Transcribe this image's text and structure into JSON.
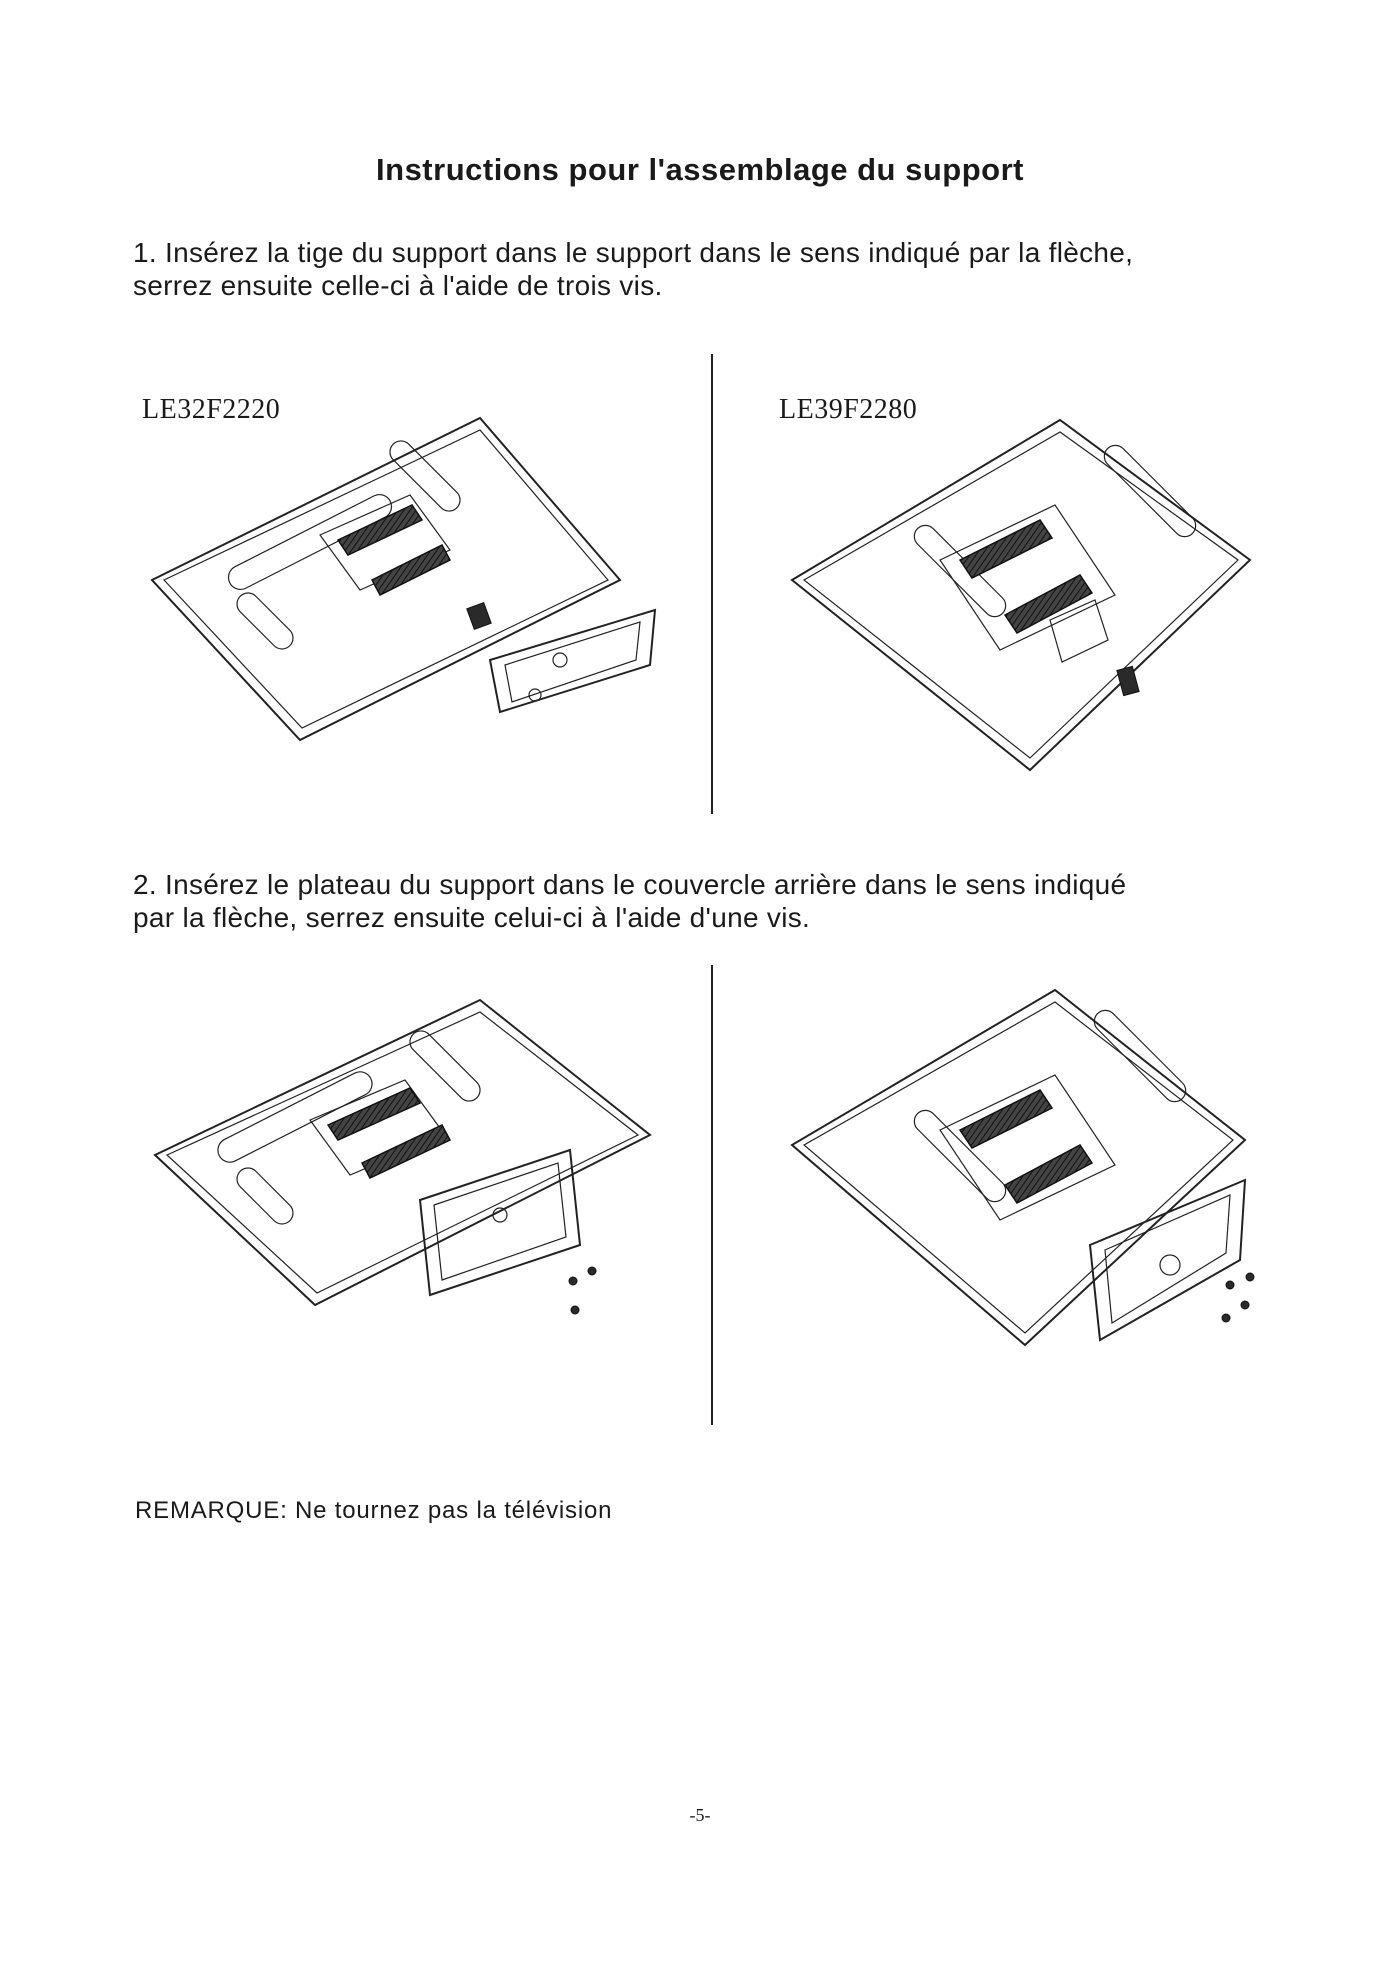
{
  "page": {
    "title": "Instructions pour l'assemblage du support",
    "step1": {
      "line1": "1. Insérez la tige du support dans le support dans le sens indiqué par la flèche,",
      "line2": "serrez ensuite celle-ci à l'aide de trois vis."
    },
    "models": {
      "left": "LE32F2220",
      "right": "LE39F2280"
    },
    "step2": {
      "line1": "2. Insérez le plateau du support dans le couvercle arrière dans le sens indiqué",
      "line2": "par la flèche, serrez ensuite celui-ci à l'aide d'une vis."
    },
    "note": "REMARQUE: Ne tournez pas la télévision",
    "page_number": "-5-"
  }
}
